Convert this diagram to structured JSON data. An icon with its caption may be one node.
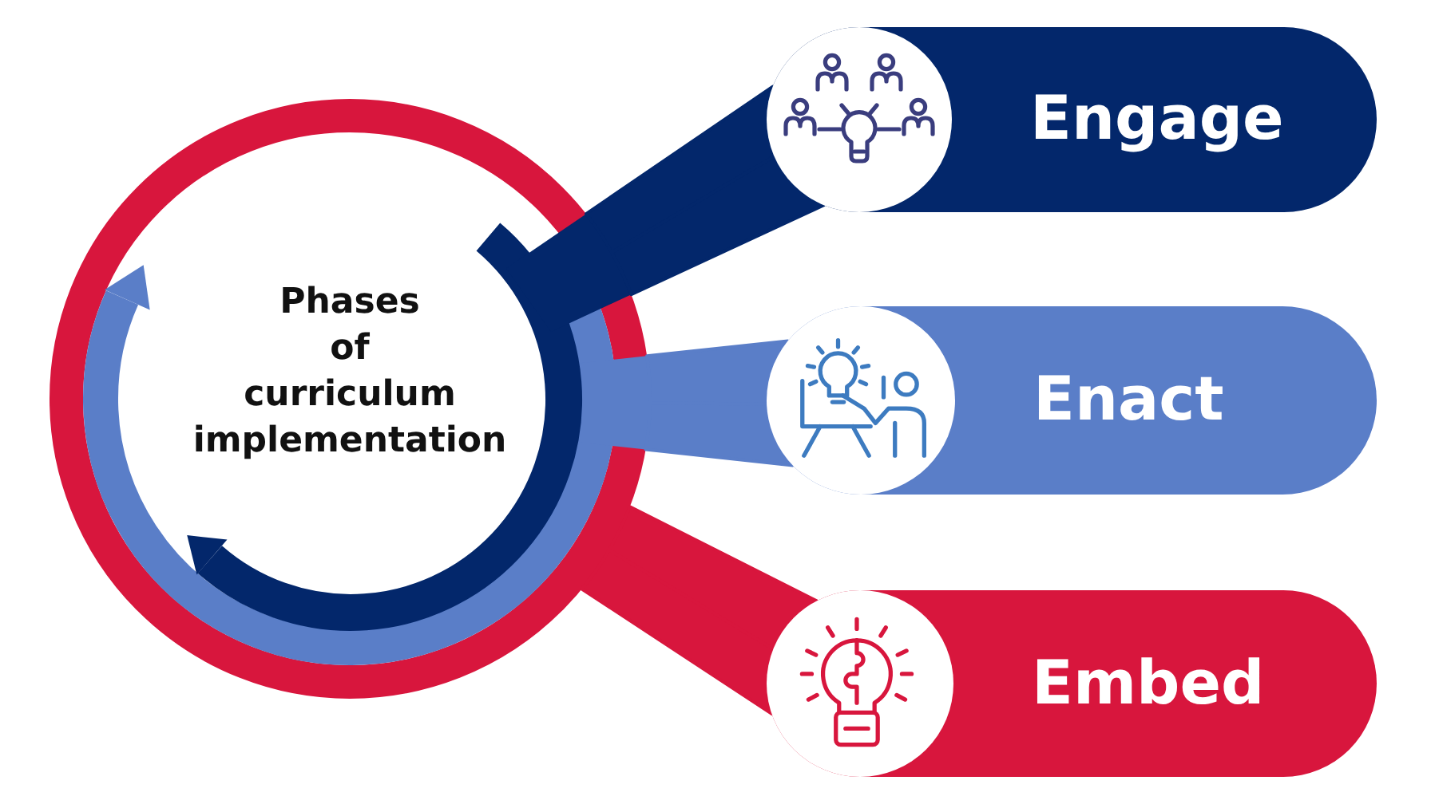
{
  "diagram": {
    "nodes": [
      {
        "text": [
          "Phases of curriculum implementation"
        ]
      },
      {
        "text": [
          "Engage"
        ]
      },
      {
        "text": [
          "Enact"
        ]
      },
      {
        "text": [
          "Embed"
        ]
      }
    ],
    "edges": [
      {
        "from": 0,
        "to": 1,
        "arrow": "none",
        "color": "#03276b"
      },
      {
        "from": 0,
        "to": 2,
        "arrow": "none",
        "color": "#5a7ec8"
      },
      {
        "from": 0,
        "to": 3,
        "arrow": "none",
        "color": "#d8163d"
      }
    ]
  }
}
